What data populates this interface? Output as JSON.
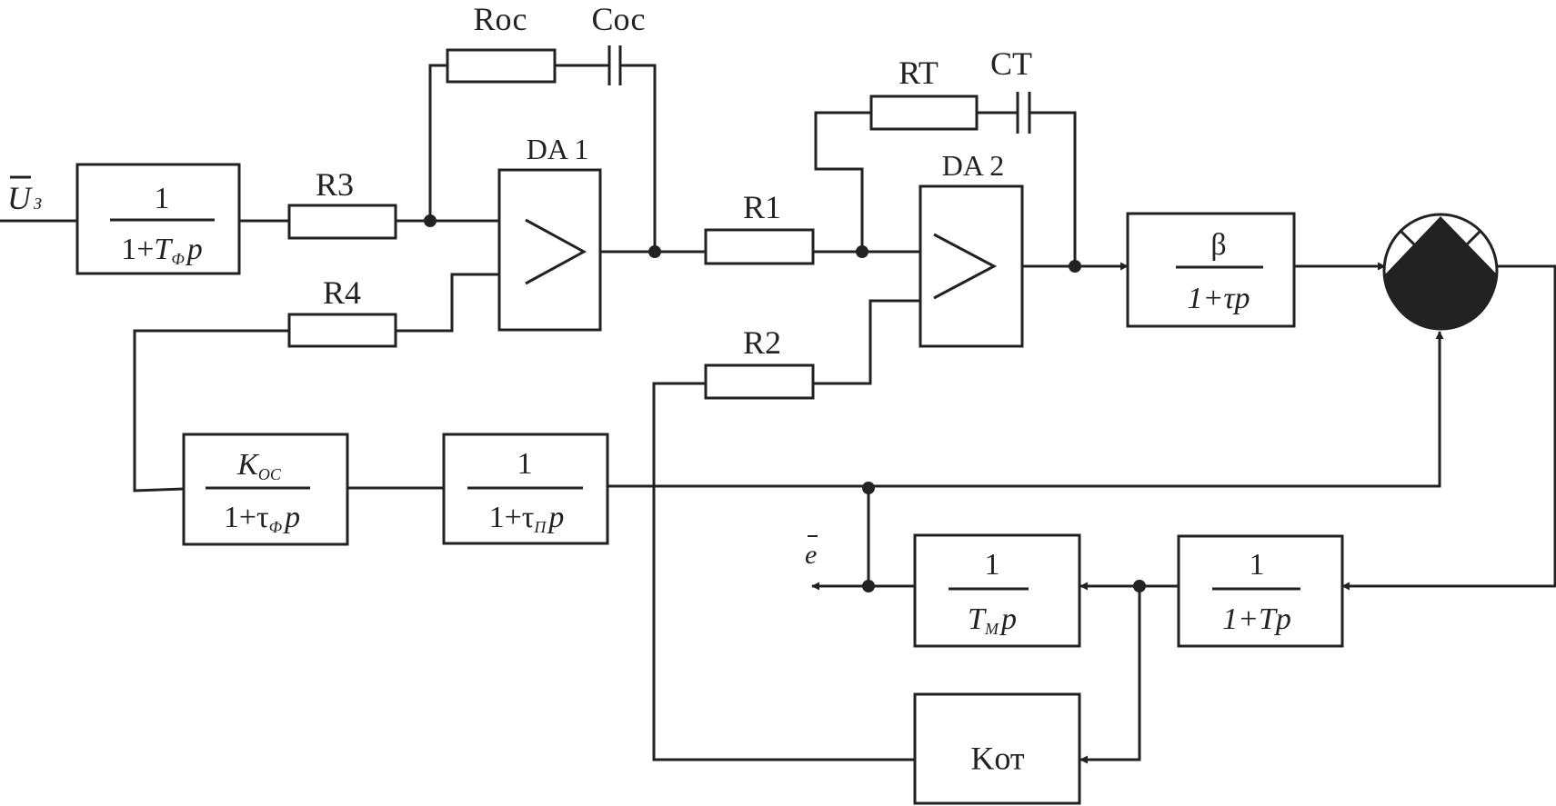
{
  "signals": {
    "input_name": "U",
    "input_sub": "З",
    "output_name": "e"
  },
  "components": {
    "r_oc": "Rос",
    "c_oc": "Cос",
    "r_t": "RT",
    "c_t": "CT",
    "r3": "R3",
    "r4": "R4",
    "r1": "R1",
    "r2": "R2",
    "da1": "DA 1",
    "da2": "DA 2"
  },
  "blocks": {
    "filter": {
      "num": "1",
      "den_a": "1+",
      "den_var": "T",
      "den_sub": "Ф",
      "den_p": "p"
    },
    "beta": {
      "num": "β",
      "den": "1+τp"
    },
    "k_oc": {
      "num_var": "K",
      "num_sub": "OC",
      "den_a": "1+τ",
      "den_sub": "Ф",
      "den_p": "p"
    },
    "sensor": {
      "num": "1",
      "den_a": "1+τ",
      "den_sub": "П",
      "den_p": "p"
    },
    "motor_int": {
      "num": "1",
      "den_var": "T",
      "den_sub": "М",
      "den_p": "p"
    },
    "armature": {
      "num": "1",
      "den": "1+Tp"
    },
    "k_ot": {
      "label": "Kот"
    }
  }
}
